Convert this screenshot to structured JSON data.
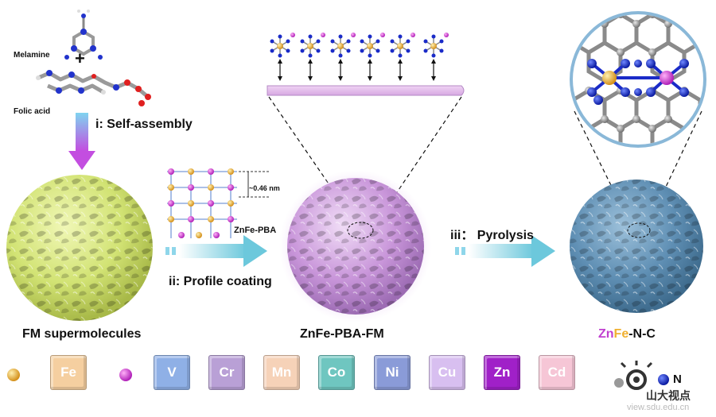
{
  "labels": {
    "melamine": "Melamine",
    "plus": "+",
    "folic_acid": "Folic acid",
    "step1": "i: Self-assembly",
    "step2": "ii: Profile coating",
    "step3": "iii： Pyrolysis",
    "lattice_spacing": "~0.46 nm",
    "zn_fe_pba": "ZnFe-PBA",
    "fm_supermolecules": "FM supermolecules",
    "pba_fm": "ZnFe-PBA-FM",
    "product_zn": "Zn",
    "product_fe": "Fe",
    "product_rest": "-N-C",
    "n_legend": "N",
    "watermark_cn": "山大视点",
    "watermark_url": "view.sdu.edu.cn"
  },
  "metals": [
    {
      "symbol": "Fe",
      "color": "#f5cfa0",
      "text": "#ffffff"
    },
    {
      "symbol": "V",
      "color": "#8fb0e6",
      "text": "#ffffff"
    },
    {
      "symbol": "Cr",
      "color": "#b9a0d6",
      "text": "#ffffff"
    },
    {
      "symbol": "Mn",
      "color": "#f6d2b8",
      "text": "#ffffff"
    },
    {
      "symbol": "Co",
      "color": "#6fc6c0",
      "text": "#ffffff"
    },
    {
      "symbol": "Ni",
      "color": "#8a9bd8",
      "text": "#ffffff"
    },
    {
      "symbol": "Cu",
      "color": "#d8bff0",
      "text": "#ffffff"
    },
    {
      "symbol": "Zn",
      "color": "#a020c8",
      "text": "#ffffff"
    },
    {
      "symbol": "Cd",
      "color": "#f6c6d6",
      "text": "#ffffff"
    }
  ],
  "colors": {
    "fm_sphere": "#d4e67a",
    "pba_sphere": "#c89ad8",
    "nc_sphere": "#5f8fb4",
    "arrow": "#6ec6dc",
    "zn": "#c040d0",
    "fe": "#f0b030",
    "n_atom": "#1a2bc8"
  }
}
